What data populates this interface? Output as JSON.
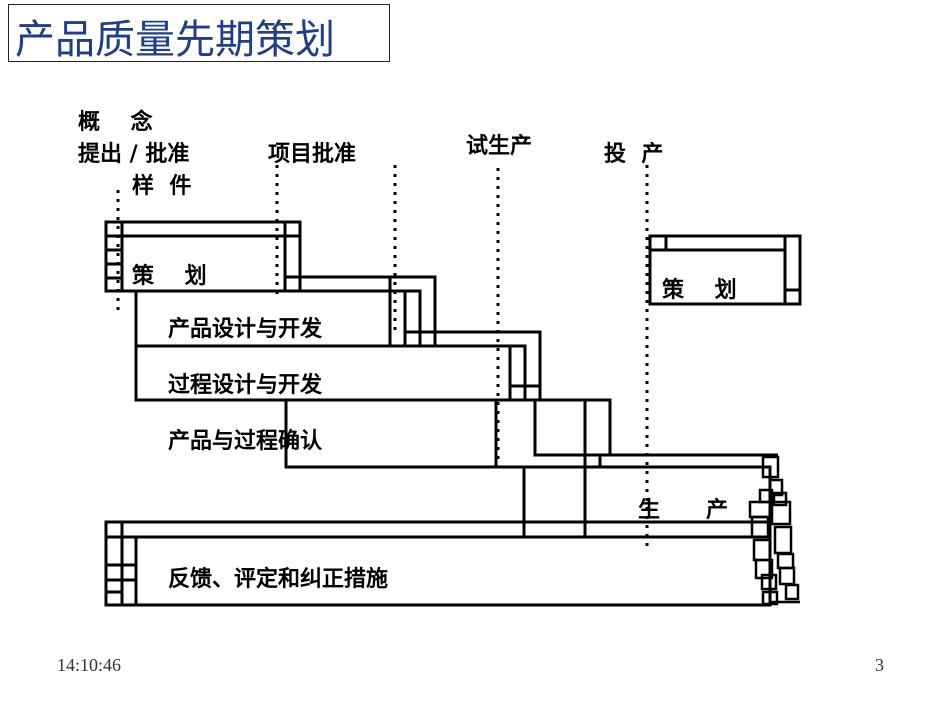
{
  "title": "产品质量先期策划",
  "milestones": {
    "concept": "概    念",
    "proposal": "提出 / 批准",
    "prototype": "样  件",
    "project_approval": "项目批准",
    "pilot": "试生产",
    "launch": "投  产"
  },
  "phases": {
    "planning": "策    划",
    "product_design": "产品设计与开发",
    "process_design": "过程设计与开发",
    "validation": "产品与过程确认",
    "production": "生      产",
    "feedback": "反馈、评定和纠正措施",
    "planning_right": "策    划"
  },
  "footer": {
    "time": "14:10:46",
    "page": "3"
  }
}
